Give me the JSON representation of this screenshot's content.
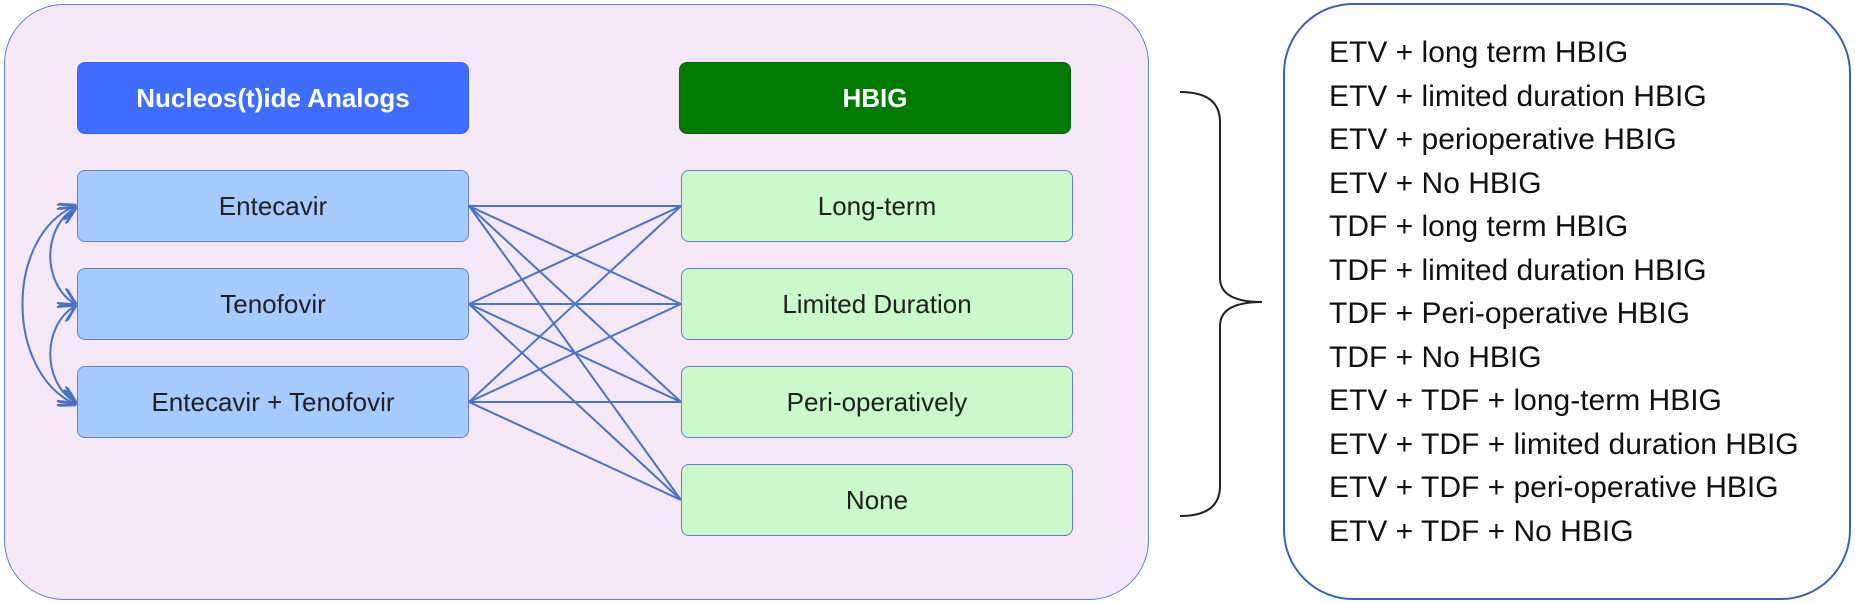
{
  "headers": {
    "analogs": "Nucleos(t)ide Analogs",
    "hbig": "HBIG"
  },
  "analogs": [
    "Entecavir",
    "Tenofovir",
    "Entecavir + Tenofovir"
  ],
  "hbig_options": [
    "Long-term",
    "Limited Duration",
    "Peri-operatively",
    "None"
  ],
  "combinations": [
    "ETV + long term HBIG",
    "ETV + limited duration HBIG",
    "ETV + perioperative HBIG",
    "ETV + No HBIG",
    "TDF + long term HBIG",
    "TDF + limited duration HBIG",
    "TDF + Peri-operative HBIG",
    "TDF + No HBIG",
    "ETV + TDF + long-term HBIG",
    "ETV + TDF + limited duration HBIG",
    "ETV + TDF + peri-operative HBIG",
    "ETV + TDF + No HBIG"
  ],
  "colors": {
    "panel_bg": "#f6e8f9",
    "analogs_header": "#3f6dff",
    "hbig_header": "#007a00",
    "analog_node": "#a6ccff",
    "hbig_node": "#ccf9cc",
    "connector": "#4a72c4"
  }
}
